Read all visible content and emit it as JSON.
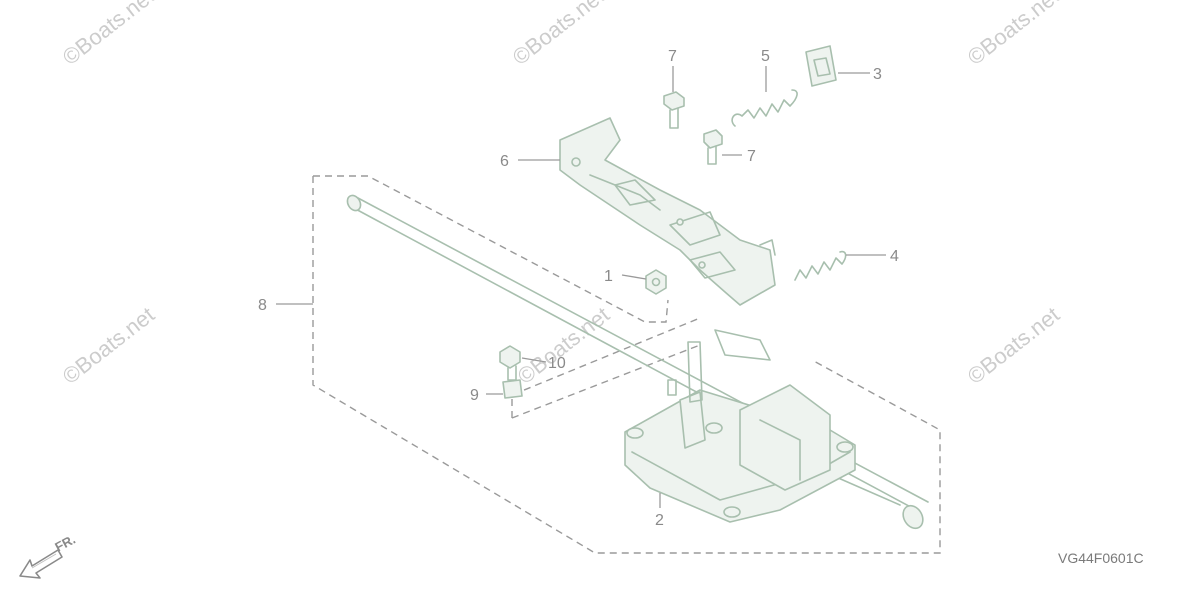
{
  "watermark": "©Boats.net",
  "diagram_code": "VG44F0601C",
  "front_marker": "FR.",
  "callouts": {
    "c1": "1",
    "c2": "2",
    "c3": "3",
    "c4": "4",
    "c5": "5",
    "c6": "6",
    "c7a": "7",
    "c7b": "7",
    "c8": "8",
    "c9": "9",
    "c10": "10"
  }
}
